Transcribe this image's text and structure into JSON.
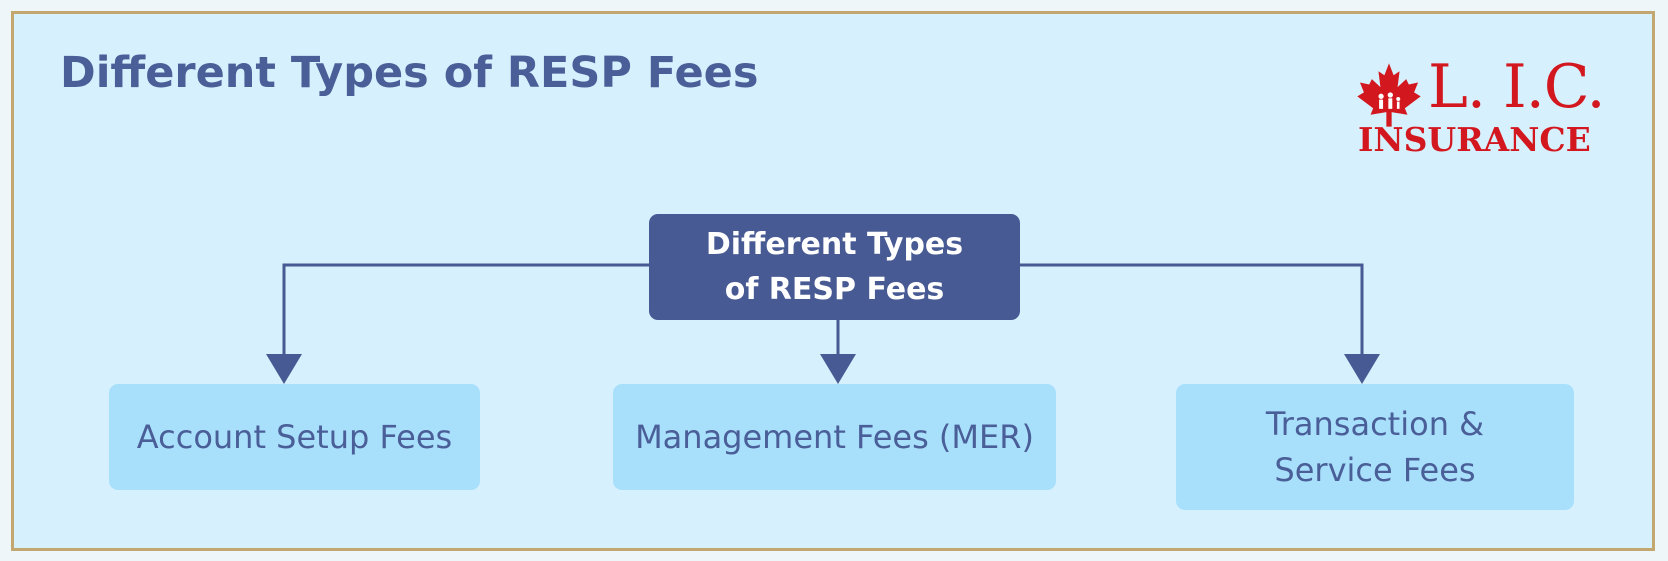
{
  "header": {
    "title": "Different Types of RESP Fees"
  },
  "logo": {
    "abbreviation": "L. I.C.",
    "word": "INSURANCE",
    "icon": "maple-leaf-icon",
    "color": "#d3171e"
  },
  "diagram": {
    "root": "Different Types of RESP Fees",
    "children": [
      "Account Setup Fees",
      "Management Fees (MER)",
      "Transaction & Service Fees"
    ]
  },
  "colors": {
    "background": "#d6f0fd",
    "border": "#c2a770",
    "title": "#4a5e98",
    "root_box": "#475a93",
    "child_box": "#a8e0fb",
    "connector": "#475a93"
  }
}
